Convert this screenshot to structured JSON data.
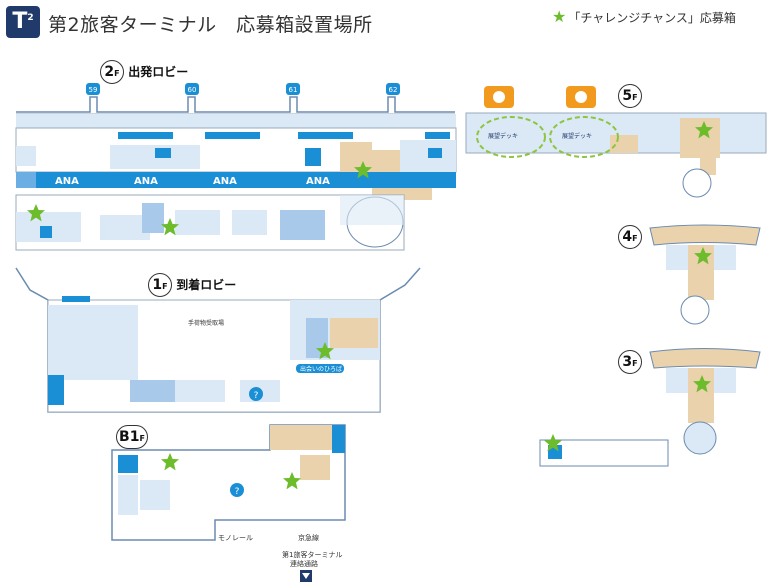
{
  "header": {
    "badge_letter": "T",
    "badge_number": "2",
    "title": "第2旅客ターミナル　応募箱設置場所"
  },
  "legend": {
    "label": "「チャレンジチャンス」応募箱"
  },
  "floors": {
    "f2": {
      "circle": "2",
      "unit": "F",
      "name": "出発ロビー"
    },
    "f1": {
      "circle": "1",
      "unit": "F",
      "name": "到着ロビー"
    },
    "b1": {
      "circle": "B1",
      "unit": "F",
      "name": ""
    },
    "f5": {
      "circle": "5",
      "unit": "F",
      "name": ""
    },
    "f4": {
      "circle": "4",
      "unit": "F",
      "name": ""
    },
    "f3": {
      "circle": "3",
      "unit": "F",
      "name": ""
    }
  },
  "map_labels": {
    "ana": "ANA",
    "gate_59": "59",
    "gate_60": "60",
    "gate_61": "61",
    "gate_62": "62",
    "deck_left": "展望デッキ",
    "deck_right": "展望デッキ",
    "baggage": "手荷物受取場",
    "meeting": "出会いのひろば",
    "monorail": "モノレール",
    "keikyu": "京急線",
    "connect_line1": "第1旅客ターミナル",
    "connect_line2": "連絡通路",
    "info_mark": "?"
  },
  "colors": {
    "star": "#6cbc2b",
    "ana_blue": "#1a8fd6",
    "light_blue": "#dbe8f5",
    "mid_blue": "#a9c9ea",
    "beige": "#ead2ad",
    "navy": "#1f3a6b",
    "orange": "#f29a1e",
    "dashed_green": "#8cc63f"
  }
}
